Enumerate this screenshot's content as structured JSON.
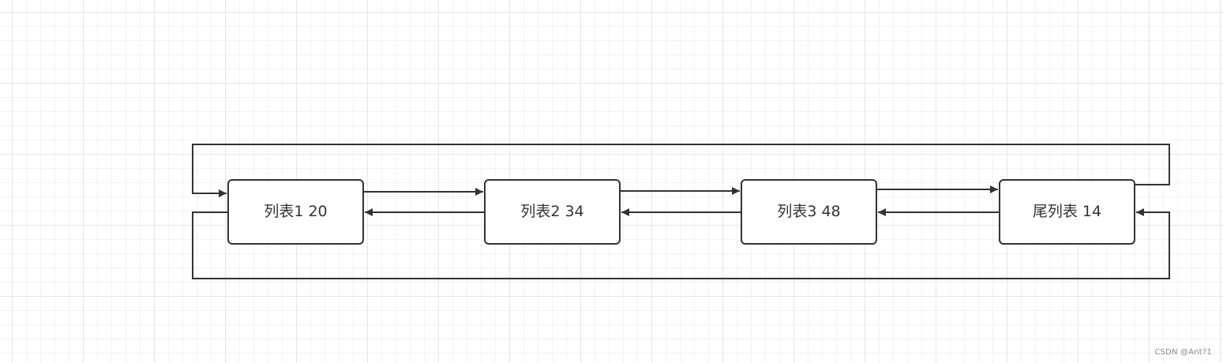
{
  "diagram": {
    "nodes": [
      {
        "id": "node1",
        "label": "列表1 20"
      },
      {
        "id": "node2",
        "label": "列表2 34"
      },
      {
        "id": "node3",
        "label": "列表3 48"
      },
      {
        "id": "node4",
        "label": "尾列表 14"
      }
    ],
    "colors": {
      "stroke": "#333333",
      "text": "#333333",
      "grid_major": "#e6e6e6",
      "grid_minor": "#f2f2f2"
    }
  },
  "watermark": "CSDN @Ant?1"
}
